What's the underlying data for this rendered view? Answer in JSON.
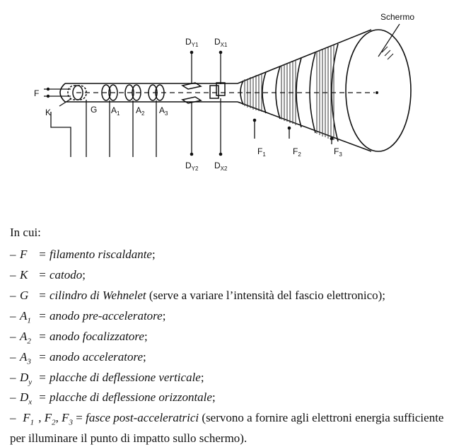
{
  "diagram": {
    "labels": {
      "screen": "Schermo",
      "F": "F",
      "K": "K",
      "G": "G",
      "A1": "A",
      "A1_sub": "1",
      "A2": "A",
      "A2_sub": "2",
      "A3": "A",
      "A3_sub": "3",
      "DY1": "D",
      "DY1_sub": "Y1",
      "DX1": "D",
      "DX1_sub": "X1",
      "DY2": "D",
      "DY2_sub": "Y2",
      "DX2": "D",
      "DX2_sub": "X2",
      "F1": "F",
      "F1_sub": "1",
      "F2": "F",
      "F2_sub": "2",
      "F3": "F",
      "F3_sub": "3"
    }
  },
  "legend": {
    "heading": "In cui:",
    "dash": "–",
    "eq": "=",
    "items": [
      {
        "sym": "F",
        "sub": "",
        "term": "filamento riscaldante",
        "note": ";"
      },
      {
        "sym": "K",
        "sub": "",
        "term": "catodo",
        "note": ";"
      },
      {
        "sym": "G",
        "sub": "",
        "term": "cilindro di Wehnelet",
        "note": " (serve a variare l’intensità del fascio elettronico);"
      },
      {
        "sym": "A",
        "sub": "1",
        "term": "anodo pre-acceleratore",
        "note": ";"
      },
      {
        "sym": "A",
        "sub": "2",
        "term": "anodo focalizzatore",
        "note": ";"
      },
      {
        "sym": "A",
        "sub": "3",
        "term": "anodo acceleratore",
        "note": ";"
      },
      {
        "sym": "D",
        "sub": "y",
        "term": "placche di deflessione verticale",
        "note": ";"
      },
      {
        "sym": "D",
        "sub": "x",
        "term": "placche di deflessione orizzontale",
        "note": ";"
      }
    ],
    "last": {
      "s1": "F",
      "s1_sub": "1",
      "sep1": ", ",
      "s2": "F",
      "s2_sub": "2",
      "sep2": ", ",
      "s3": "F",
      "s3_sub": "3",
      "eq": " = ",
      "term": "fasce post-acceleratrici",
      "note": " (servono a fornire agli elettroni energia sufficiente per illuminare il punto di impatto sullo schermo)."
    }
  }
}
